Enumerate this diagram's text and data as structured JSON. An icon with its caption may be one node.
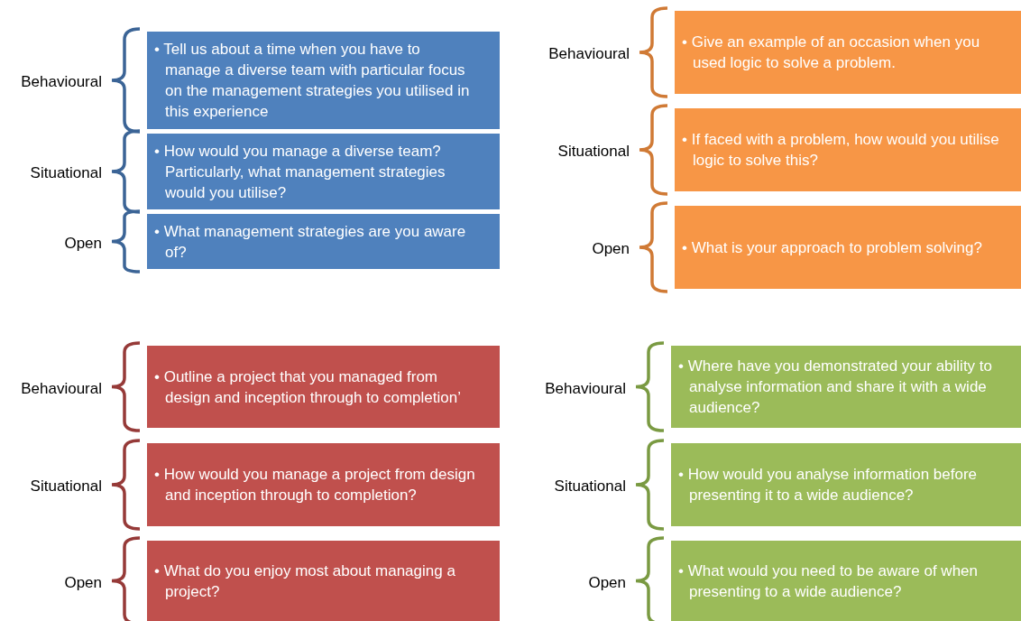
{
  "diagram": {
    "nodes": [
      {
        "text": [
          "• Tell us about a time when you have to manage a diverse team with particular focus on the management strategies you utilised in this experience"
        ],
        "beside": [
          "Behavioural"
        ]
      },
      {
        "text": [
          "• How would you manage a diverse team? Particularly, what management strategies would you utilise?"
        ],
        "beside": [
          "Situational"
        ]
      },
      {
        "text": [
          "• What management strategies are you aware of?"
        ],
        "beside": [
          "Open"
        ]
      },
      {
        "text": [
          "• Give an example of an occasion when you used logic to solve a problem."
        ],
        "beside": [
          "Behavioural"
        ]
      },
      {
        "text": [
          "• If faced with a problem, how would you utilise logic to solve this?"
        ],
        "beside": [
          "Situational"
        ]
      },
      {
        "text": [
          "• What is your approach to problem solving?"
        ],
        "beside": [
          "Open"
        ]
      },
      {
        "text": [
          "• Outline a project that you managed from design and inception through to completion’"
        ],
        "beside": [
          "Behavioural"
        ]
      },
      {
        "text": [
          "• How would you manage a project from design and inception through to completion?"
        ],
        "beside": [
          "Situational"
        ]
      },
      {
        "text": [
          "• What do you enjoy most about managing a project?"
        ],
        "beside": [
          "Open"
        ]
      },
      {
        "text": [
          "• Where have you demonstrated your ability to analyse information and share it with a wide audience?"
        ],
        "beside": [
          "Behavioural"
        ]
      },
      {
        "text": [
          "• How would you analyse information before presenting it to a wide audience?"
        ],
        "beside": [
          "Situational"
        ]
      },
      {
        "text": [
          "• What would you need to be aware of when presenting to a wide audience?"
        ],
        "beside": [
          "Open"
        ]
      }
    ]
  }
}
